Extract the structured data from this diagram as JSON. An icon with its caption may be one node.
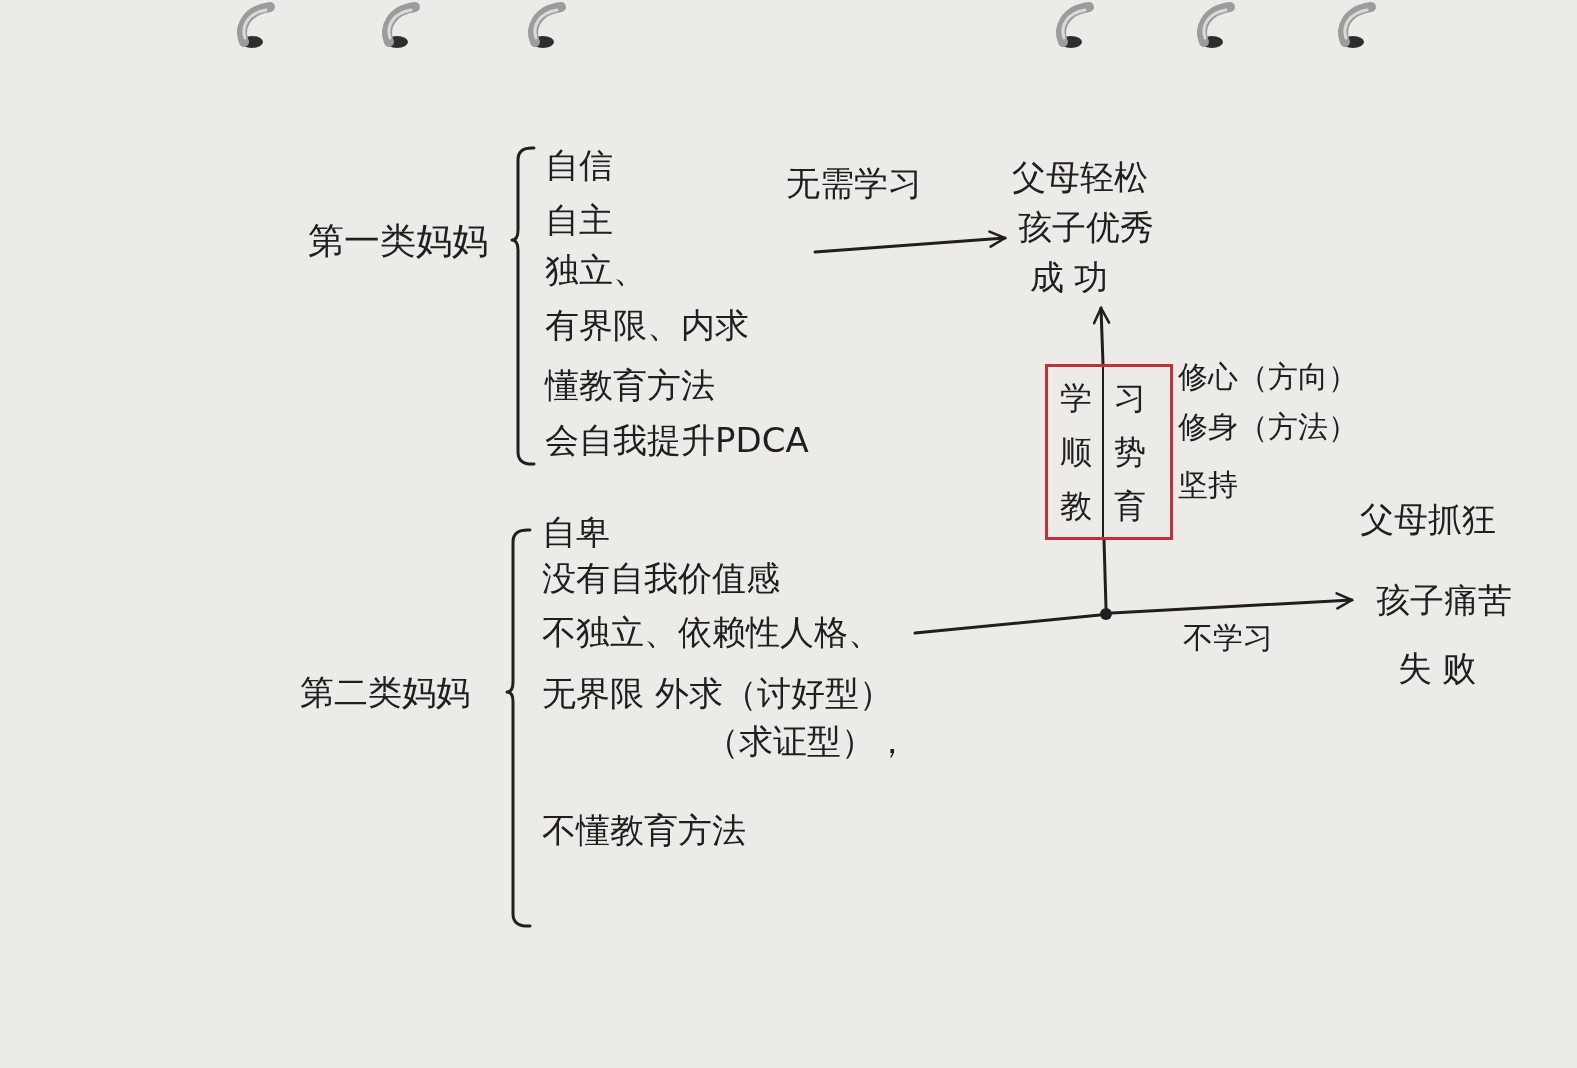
{
  "diagram": {
    "nodes": [
      {
        "text": [
          "第一类妈妈",
          "自信",
          "自主",
          "独立、",
          "有界限、内求",
          "懂教育方法",
          "会自我提升PDCA"
        ]
      },
      {
        "text": [
          "父母轻松",
          "孩子优秀",
          "成功"
        ]
      },
      {
        "text": [
          "学习",
          "顺势",
          "教育"
        ],
        "beside": [
          "修心（方向）",
          "修身（方法）",
          "坚持"
        ]
      },
      {
        "text": [
          "第二类妈妈",
          "自卑",
          "没有自我价值感",
          "不独立、依赖性人格、",
          "无界限 外求（讨好型）（求证型），",
          "不懂教育方法"
        ]
      },
      {
        "text": [
          "父母抓狂",
          "孩子痛苦",
          "失败"
        ]
      },
      {
        "text": [],
        "shape": "circle"
      }
    ],
    "edges": [
      {
        "from": 0,
        "to": 1,
        "arrow": "to",
        "label": "无需学习"
      },
      {
        "from": 3,
        "to": 5,
        "arrow": "none"
      },
      {
        "from": 5,
        "to": 4,
        "arrow": "to",
        "label": "不学习"
      },
      {
        "from": 5,
        "to": 2,
        "arrow": "none"
      },
      {
        "from": 2,
        "to": 1,
        "arrow": "to"
      }
    ]
  }
}
